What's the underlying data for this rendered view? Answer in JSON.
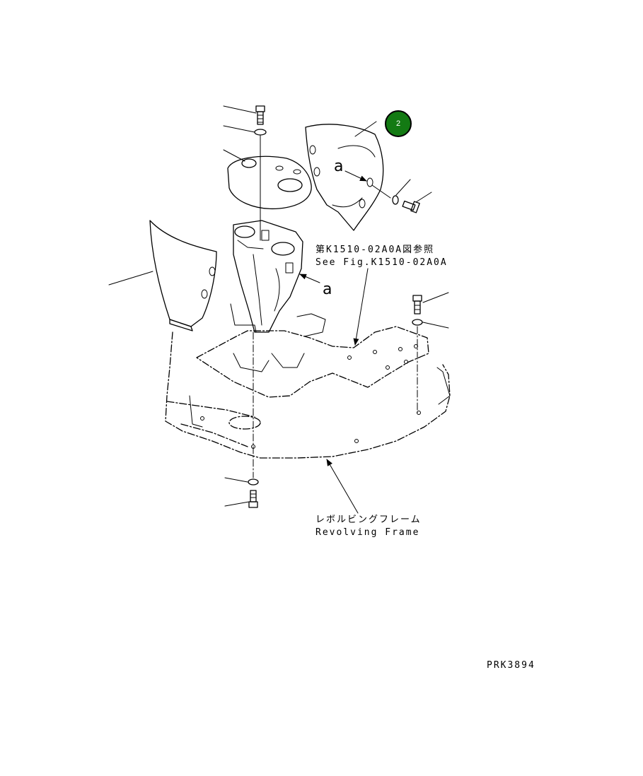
{
  "callout": {
    "number": "2",
    "color": "#137a13"
  },
  "ref_note": {
    "line1": "第K1510-02A0A図参照",
    "line2": "See Fig.K1510-02A0A"
  },
  "frame_label": {
    "line1": "レボルビングフレーム",
    "line2": "Revolving Frame"
  },
  "view_marker": {
    "upper": "a",
    "lower": "a"
  },
  "drawing_number": "PRK3894"
}
